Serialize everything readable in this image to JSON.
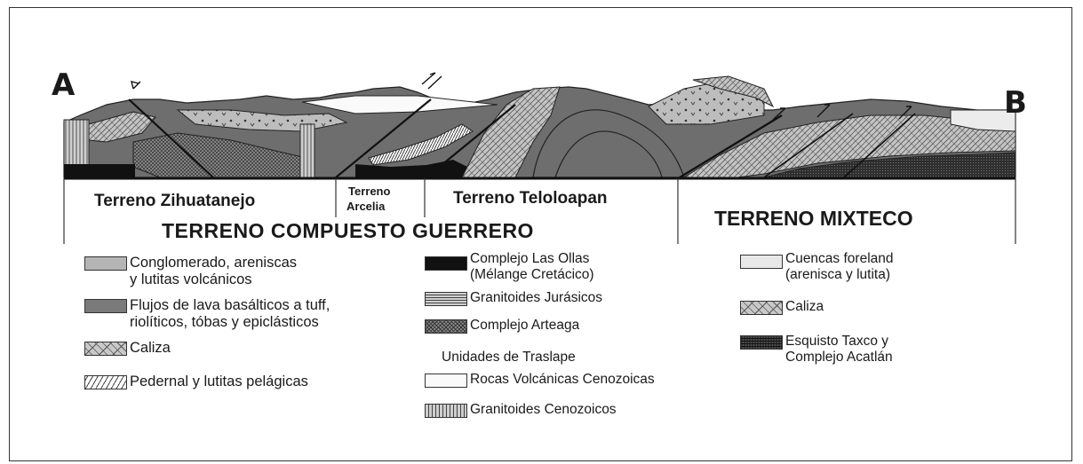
{
  "section": {
    "end_left": "A",
    "end_right": "B"
  },
  "terranes": {
    "zihuatanejo": "Terreno Zihuatanejo",
    "arcelia_line1": "Terreno",
    "arcelia_line2": "Arcelia",
    "teloloapan": "Terreno Teloloapan",
    "composite": "TERRENO COMPUESTO GUERRERO",
    "mixteco": "TERRENO MIXTECO"
  },
  "legend": {
    "col1": [
      {
        "key": "conglomerado",
        "lines": [
          "Conglomerado, areniscas",
          "y lutitas volcánicos"
        ]
      },
      {
        "key": "lava",
        "lines": [
          "Flujos de lava basálticos a tuff,",
          "riolíticos, tóbas y epiclásticos"
        ]
      },
      {
        "key": "caliza",
        "lines": [
          "Caliza"
        ]
      },
      {
        "key": "pedernal",
        "lines": [
          "Pedernal y lutitas pelágicas"
        ]
      }
    ],
    "col2": [
      {
        "key": "lasollas",
        "lines": [
          "Complejo Las Ollas",
          "(Mélange Cretácico)"
        ]
      },
      {
        "key": "granjur",
        "lines": [
          "Granitoides Jurásicos"
        ]
      },
      {
        "key": "arteaga",
        "lines": [
          "Complejo Arteaga"
        ]
      },
      {
        "key": "traslape",
        "lines": [
          "Unidades de Traslape"
        ]
      },
      {
        "key": "volcen",
        "lines": [
          "Rocas Volcánicas Cenozoicas"
        ]
      },
      {
        "key": "grancen",
        "lines": [
          "Granitoides Cenozoicos"
        ]
      }
    ],
    "col3": [
      {
        "key": "foreland",
        "lines": [
          "Cuencas foreland",
          "(arenisca y lutita)"
        ]
      },
      {
        "key": "caliza2",
        "lines": [
          "Caliza"
        ]
      },
      {
        "key": "taxco",
        "lines": [
          "Esquisto Taxco y",
          "Complejo Acatlán"
        ]
      }
    ]
  }
}
